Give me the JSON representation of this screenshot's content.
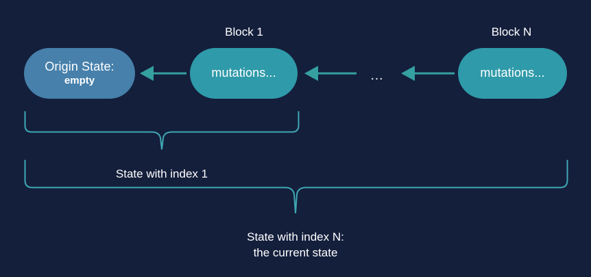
{
  "colors": {
    "background": "#141f3c",
    "origin_node": "#4680ab",
    "block_node": "#2f9aa9",
    "arrow": "#35a0a0",
    "brace": "#3fa8b4",
    "text": "#ffffff"
  },
  "diagram": {
    "title_block_1": "Block 1",
    "title_block_n": "Block N",
    "ellipsis": "...",
    "nodes": {
      "origin": {
        "line1": "Origin State:",
        "line2": "empty"
      },
      "block_1": {
        "label": "mutations..."
      },
      "block_n": {
        "label": "mutations..."
      }
    },
    "braces": [
      {
        "label_line1": "State with index 1",
        "label_line2": ""
      },
      {
        "label_line1": "State with index N:",
        "label_line2": "the current state"
      }
    ],
    "arrows": [
      {
        "name": "arrow-block1-to-origin"
      },
      {
        "name": "arrow-ellipsis-to-block1"
      },
      {
        "name": "arrow-blockn-to-ellipsis"
      }
    ]
  }
}
